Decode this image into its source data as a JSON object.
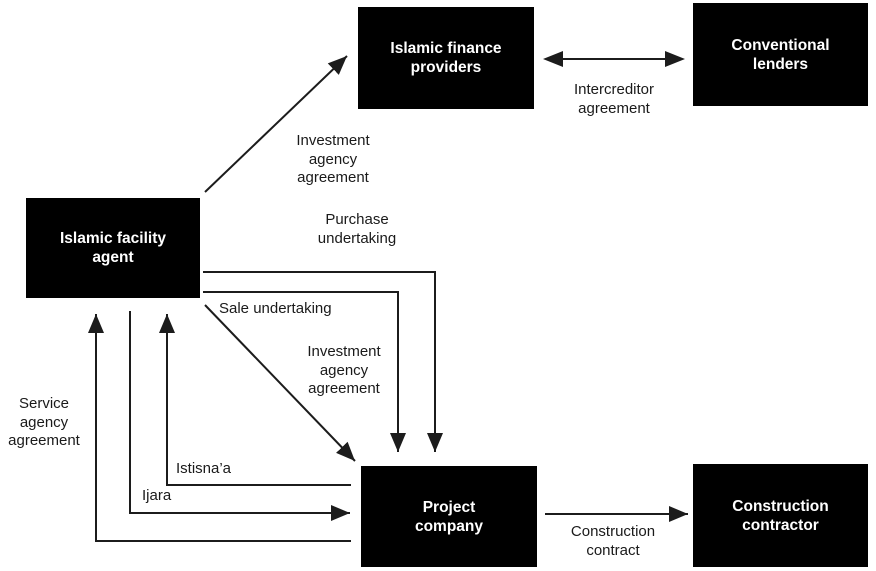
{
  "diagram": {
    "nodes": [
      {
        "id": "islamic-finance-providers",
        "label": "Islamic finance\nproviders"
      },
      {
        "id": "conventional-lenders",
        "label": "Conventional\nlenders"
      },
      {
        "id": "islamic-facility-agent",
        "label": "Islamic facility\nagent"
      },
      {
        "id": "project-company",
        "label": "Project\ncompany"
      },
      {
        "id": "construction-contractor",
        "label": "Construction\ncontractor"
      }
    ],
    "edges": [
      {
        "name": "investment-agency-agreement-upper",
        "label": "Investment\nagency\nagreement",
        "from": "islamic-facility-agent",
        "to": "islamic-finance-providers",
        "arrows": "to"
      },
      {
        "name": "intercreditor-agreement",
        "label": "Intercreditor\nagreement",
        "from": "islamic-finance-providers",
        "to": "conventional-lenders",
        "arrows": "both"
      },
      {
        "name": "purchase-undertaking",
        "label": "Purchase\nundertaking",
        "from": "islamic-facility-agent",
        "to": "project-company",
        "arrows": "to"
      },
      {
        "name": "sale-undertaking",
        "label": "Sale undertaking",
        "from": "islamic-facility-agent",
        "to": "project-company",
        "arrows": "to"
      },
      {
        "name": "investment-agency-agreement-lower",
        "label": "Investment\nagency\nagreement",
        "from": "islamic-facility-agent",
        "to": "project-company",
        "arrows": "to"
      },
      {
        "name": "service-agency-agreement",
        "label": "Service\nagency\nagreement",
        "from": "project-company",
        "to": "islamic-facility-agent",
        "arrows": "to"
      },
      {
        "name": "istisnaa",
        "label": "Istisna’a",
        "from": "project-company",
        "to": "islamic-facility-agent",
        "arrows": "to"
      },
      {
        "name": "ijara",
        "label": "Ijara",
        "from": "islamic-facility-agent",
        "to": "project-company",
        "arrows": "to"
      },
      {
        "name": "construction-contract",
        "label": "Construction\ncontract",
        "from": "project-company",
        "to": "construction-contractor",
        "arrows": "to"
      }
    ],
    "colors": {
      "node_background": "#000000",
      "node_text": "#ffffff",
      "line": "#1c1c1c",
      "label_text": "#1a1a1a",
      "background": "#ffffff"
    }
  }
}
